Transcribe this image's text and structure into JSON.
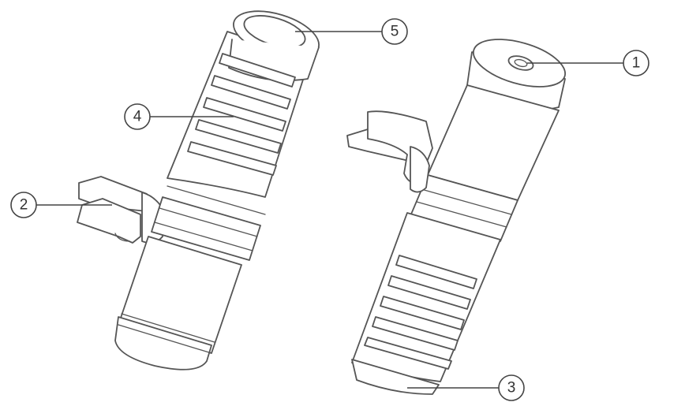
{
  "callouts": [
    {
      "id": "c1",
      "label": "1"
    },
    {
      "id": "c2",
      "label": "2"
    },
    {
      "id": "c3",
      "label": "3"
    },
    {
      "id": "c4",
      "label": "4"
    },
    {
      "id": "c5",
      "label": "5"
    }
  ],
  "colors": {
    "stroke": "#555555",
    "fill": "#ffffff"
  }
}
